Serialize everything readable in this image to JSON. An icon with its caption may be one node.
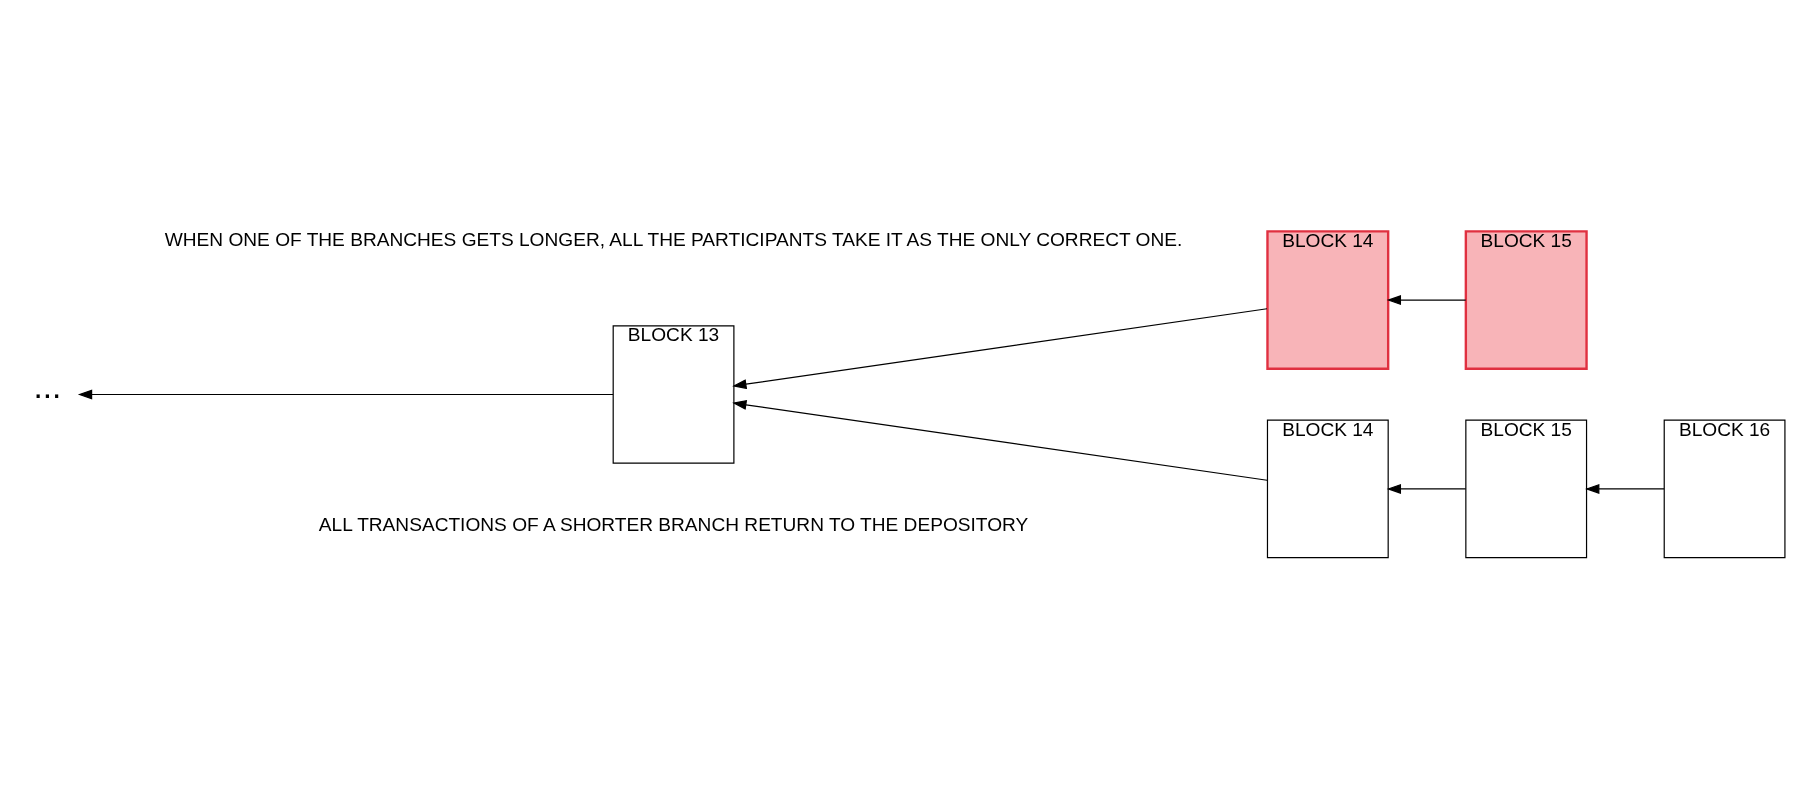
{
  "diagram": {
    "nodes": [
      {
        "text": [
          "BLOCK 14"
        ]
      },
      {
        "text": [
          "BLOCK 15"
        ]
      },
      {
        "text": [
          "BLOCK 16"
        ]
      },
      {
        "text": [
          "BLOCK 13"
        ]
      },
      {
        "text": [
          "..."
        ]
      },
      {
        "text": [
          "BLOCK 14"
        ]
      },
      {
        "text": [
          "BLOCK 15"
        ]
      }
    ],
    "edges": [
      {
        "from": 2,
        "to": 1,
        "arrow": "to"
      },
      {
        "from": 1,
        "to": 0,
        "arrow": "to"
      },
      {
        "from": 0,
        "to": 3,
        "arrow": "to"
      },
      {
        "from": 6,
        "to": 5,
        "arrow": "to"
      },
      {
        "from": 5,
        "to": 3,
        "arrow": "to"
      },
      {
        "from": 3,
        "to": 4,
        "arrow": "to"
      }
    ],
    "labels": [
      "WHEN ONE OF THE BRANCHES GETS LONGER, ALL THE PARTICIPANTS TAKE IT AS THE ONLY CORRECT ONE.",
      "ALL TRANSACTIONS OF A SHORTER BRANCH RETURN TO THE DEPOSITORY"
    ]
  }
}
